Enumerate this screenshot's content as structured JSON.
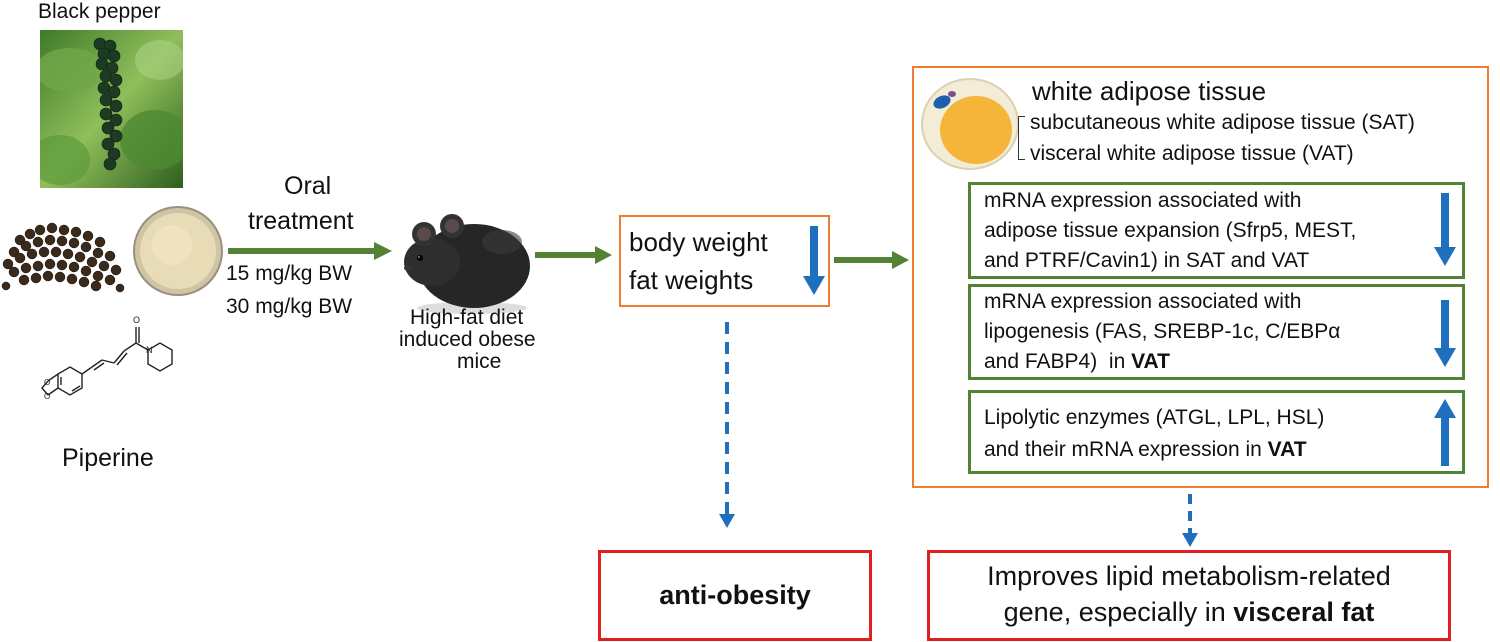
{
  "inputs": {
    "black_pepper_label": "Black pepper",
    "piperine_label": "Piperine"
  },
  "treatment": {
    "route_line1": "Oral",
    "route_line2": "treatment",
    "dose_1": "15 mg/kg BW",
    "dose_2": "30 mg/kg BW"
  },
  "model": {
    "line1": "High-fat diet",
    "line2": "induced obese",
    "line3": "mice"
  },
  "weights": {
    "line1": "body weight",
    "line2": "fat weights"
  },
  "adipose": {
    "title": "white adipose tissue",
    "sub_1": "subcutaneous white adipose tissue (SAT)",
    "sub_2": "visceral white adipose tissue (VAT)"
  },
  "findings": [
    {
      "lines": [
        "mRNA expression associated with",
        "adipose tissue expansion (Sfrp5, MEST,",
        "and PTRF/Cavin1) in SAT and VAT"
      ],
      "emphasis": "",
      "direction": "down"
    },
    {
      "lines": [
        "mRNA expression associated with",
        "lipogenesis (FAS, SREBP-1c, C/EBPα",
        "and FABP4)  in "
      ],
      "emphasis": "VAT",
      "direction": "down"
    },
    {
      "lines": [
        "Lipolytic enzymes (ATGL, LPL, HSL)",
        "and their mRNA expression in "
      ],
      "emphasis": "VAT",
      "direction": "up"
    }
  ],
  "outcomes": {
    "anti_obesity": "anti-obesity",
    "lipid_line1": "Improves lipid metabolism-related",
    "lipid_line2": "gene, especially in ",
    "lipid_emphasis": "visceral fat"
  },
  "colors": {
    "arrow_green": "#548235",
    "arrow_blue": "#1f6fbf",
    "box_orange": "#ed7d31",
    "box_green": "#548235",
    "box_red": "#e02020"
  }
}
